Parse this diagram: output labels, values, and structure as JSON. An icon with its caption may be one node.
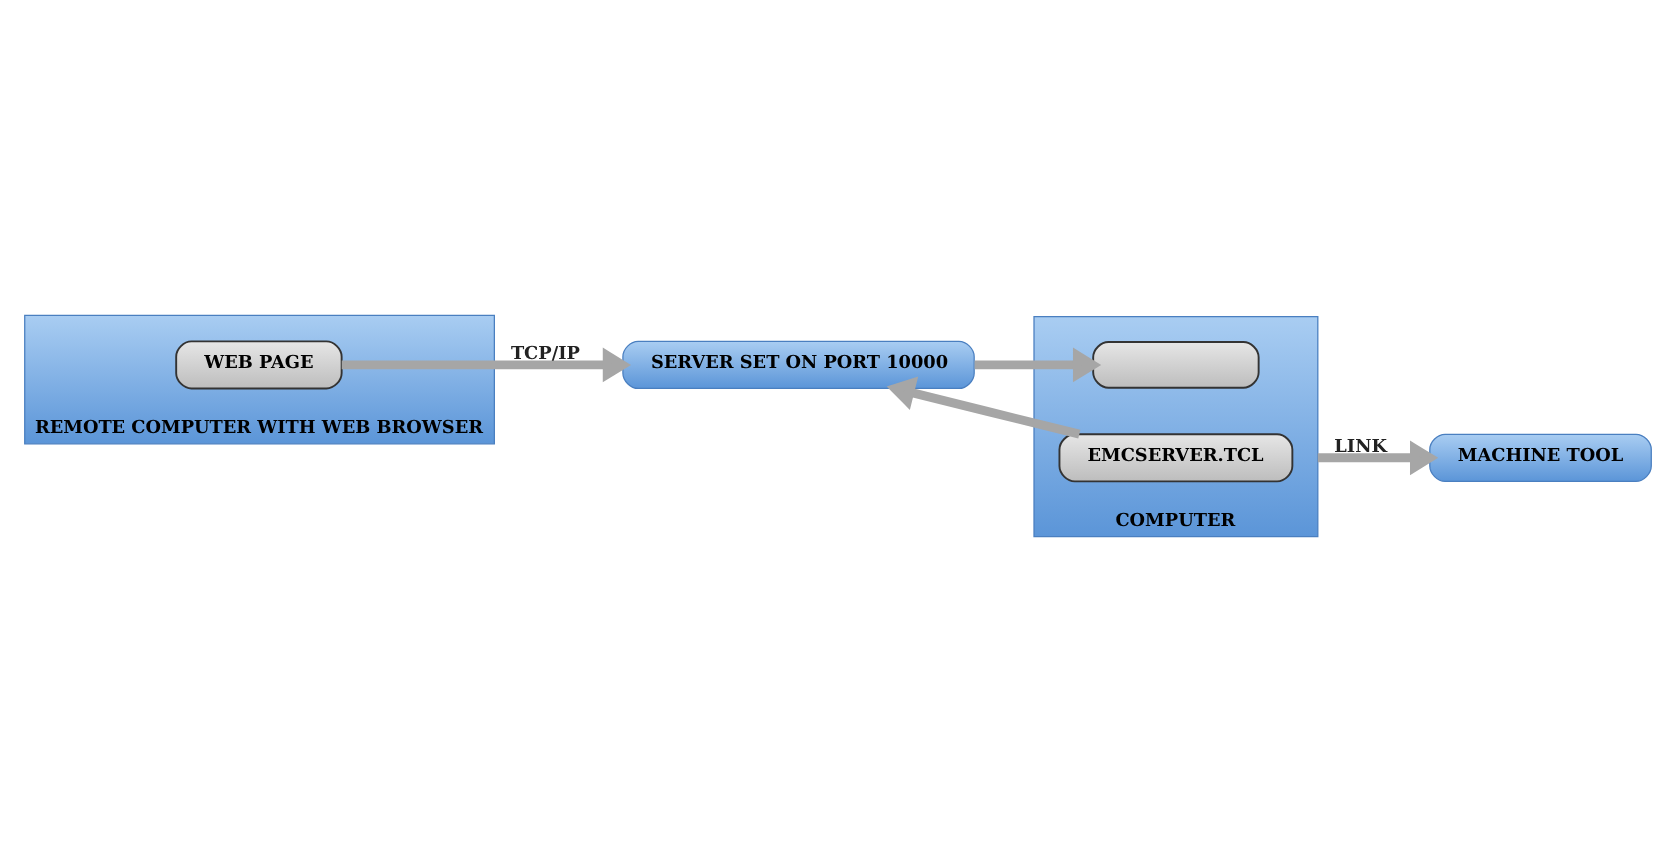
{
  "diagram": {
    "nodes": [
      {
        "text": [
          "REMOTE COMPUTER WITH WEB BROWSER"
        ]
      },
      {
        "text": [
          "WEB PAGE"
        ],
        "in": 0
      },
      {
        "text": [
          "SERVER SET ON PORT 10000"
        ]
      },
      {
        "text": [
          "COMPUTER"
        ]
      },
      {
        "text": [],
        "shape": "box",
        "in": 3
      },
      {
        "text": [
          "EMCSERVER.TCL"
        ],
        "in": 3
      },
      {
        "text": [
          "MACHINE TOOL"
        ]
      }
    ],
    "edges": [
      {
        "from": 1,
        "to": 2,
        "arrow": "to",
        "label": "TCP/IP"
      },
      {
        "from": 2,
        "to": 4,
        "arrow": "to"
      },
      {
        "from": 5,
        "to": 2,
        "arrow": "to"
      },
      {
        "from": 3,
        "to": 6,
        "arrow": "to",
        "label": "LINK"
      }
    ]
  }
}
